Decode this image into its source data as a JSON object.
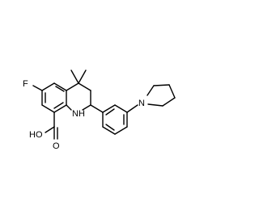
{
  "molecule": {
    "atoms": {
      "fluorine": "F",
      "nh": "NH",
      "hydroxyl": "HO",
      "carbonyl_oxygen": "O",
      "pyrrolidine_n": "N"
    }
  },
  "colors": {
    "bond": "#000000",
    "label": "#000000",
    "background": "#ffffff"
  }
}
